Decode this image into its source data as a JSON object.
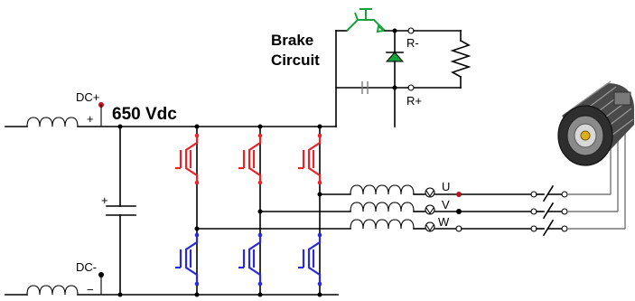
{
  "labels": {
    "voltage": "650 Vdc",
    "brake_line1": "Brake",
    "brake_line2": "Circuit",
    "dc_plus": "DC+",
    "dc_minus": "DC-",
    "plus_sign": "+",
    "minus_sign": "−",
    "cap_plus": "+",
    "r_minus": "R-",
    "r_plus": "R+",
    "phase_u": "U",
    "phase_v": "V",
    "phase_w": "W"
  },
  "colors": {
    "wire": "#000000",
    "upper_igbt": "#e8232a",
    "lower_igbt": "#2a2ad8",
    "brake_switch": "#17a33a",
    "motor_body": "#3a3a3a",
    "motor_shaft": "#d8b020"
  },
  "icons": {
    "upper_switches": "igbt-transistor-icon",
    "lower_switches": "igbt-transistor-icon",
    "brake_switch": "igbt-transistor-icon",
    "inductors": "inductor-icon",
    "capacitor": "capacitor-icon",
    "brake_resistor": "resistor-icon",
    "diode": "diode-icon",
    "motor": "motor-icon",
    "breakers": "switch-icon",
    "current_sensors": "current-sensor-icon"
  }
}
